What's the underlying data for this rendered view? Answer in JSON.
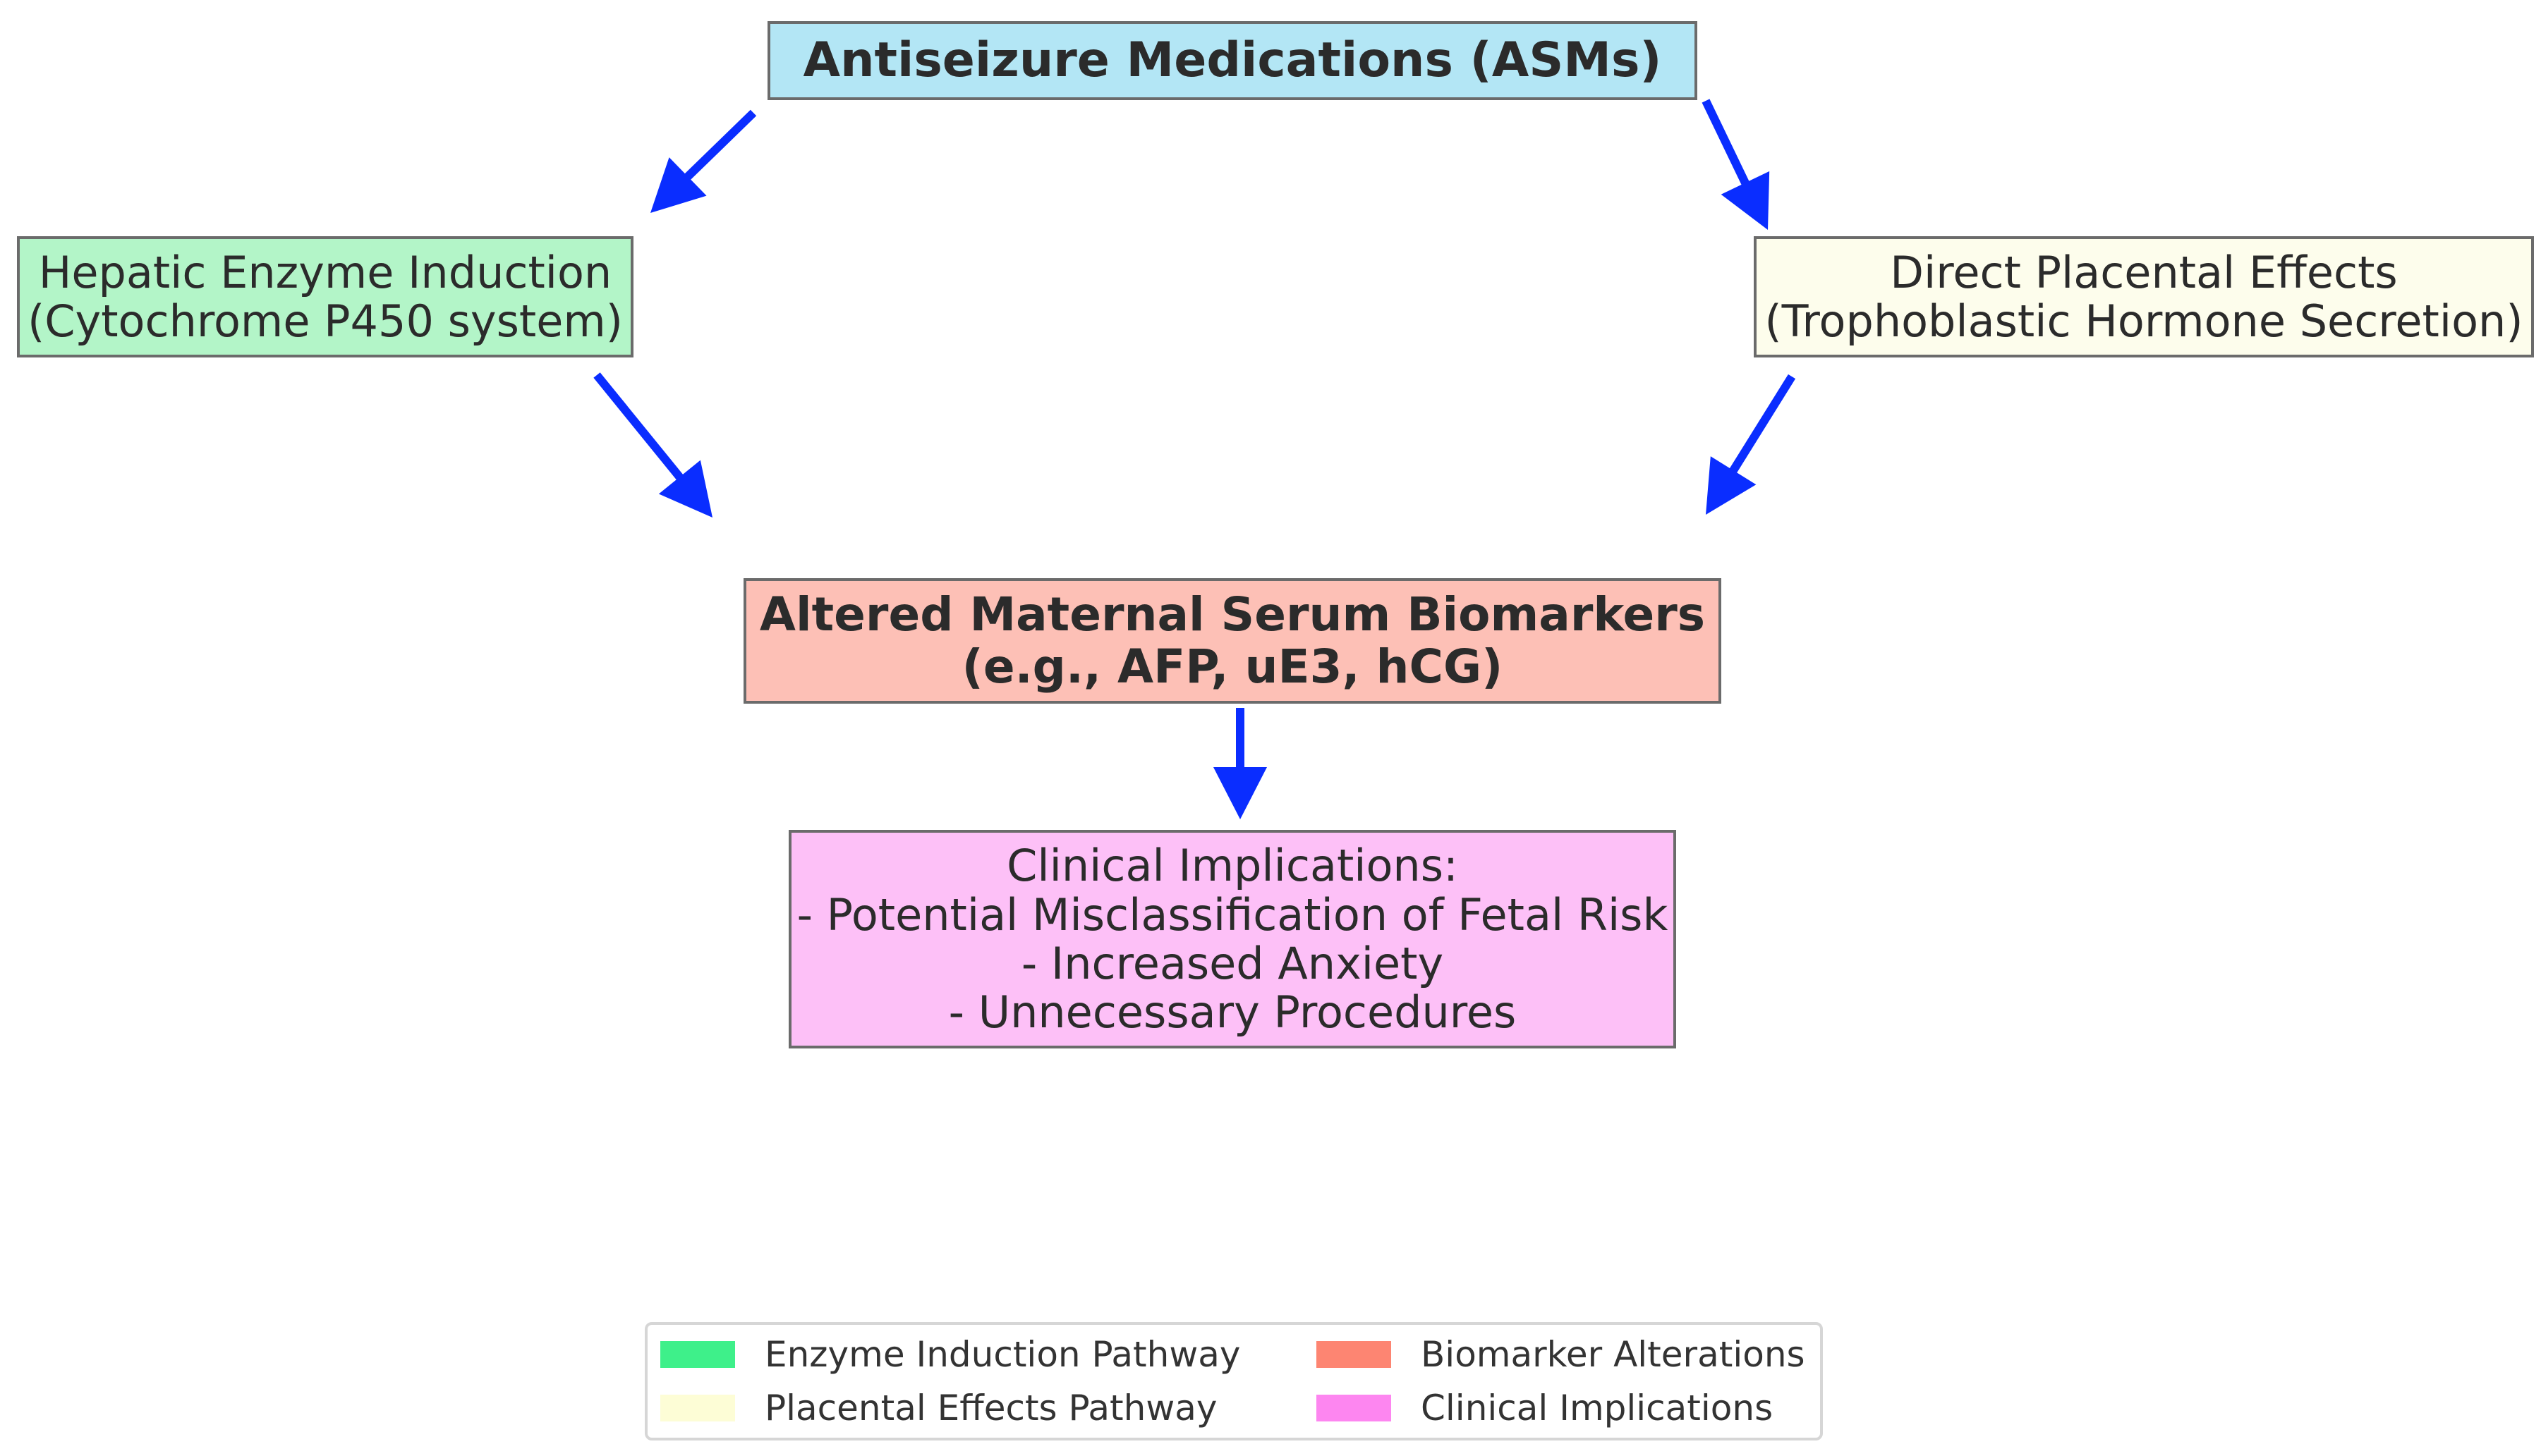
{
  "colors": {
    "arrow": "#0a2dff",
    "border": "#6b6b6b",
    "asms_fill": "#b3e6f5",
    "hepatic_fill": "#b3f5c8",
    "placental_fill": "#fdfdec",
    "biomarkers_fill": "#fdc0b6",
    "clinical_fill": "#fdc0f7"
  },
  "nodes": {
    "asms": {
      "lines": [
        "Antiseizure Medications (ASMs)"
      ]
    },
    "hepatic": {
      "lines": [
        "Hepatic Enzyme Induction",
        "(Cytochrome P450 system)"
      ]
    },
    "placental": {
      "lines": [
        "Direct Placental Effects",
        "(Trophoblastic Hormone Secretion)"
      ]
    },
    "biomarkers": {
      "lines": [
        "Altered Maternal Serum Biomarkers",
        "(e.g., AFP, uE3, hCG)"
      ]
    },
    "clinical": {
      "lines": [
        "Clinical Implications:",
        "- Potential Misclassification of Fetal Risk",
        "- Increased Anxiety",
        "- Unnecessary Procedures"
      ]
    }
  },
  "edges": [
    {
      "from": "asms",
      "to": "hepatic"
    },
    {
      "from": "asms",
      "to": "placental"
    },
    {
      "from": "hepatic",
      "to": "biomarkers"
    },
    {
      "from": "placental",
      "to": "biomarkers"
    },
    {
      "from": "biomarkers",
      "to": "clinical"
    }
  ],
  "legend": [
    {
      "label": "Enzyme Induction Pathway",
      "color": "#3ef08a"
    },
    {
      "label": "Placental Effects Pathway",
      "color": "#fdfdd6"
    },
    {
      "label": "Biomarker Alterations",
      "color": "#fd8572"
    },
    {
      "label": "Clinical Implications",
      "color": "#fd86f0"
    }
  ]
}
